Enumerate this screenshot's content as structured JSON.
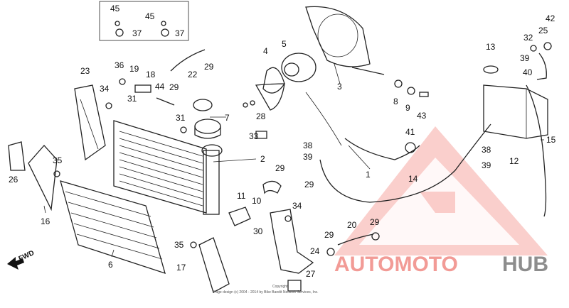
{
  "diagram": {
    "callouts": [
      "45",
      "45",
      "37",
      "37",
      "4",
      "5",
      "3",
      "42",
      "25",
      "32",
      "13",
      "39",
      "40",
      "23",
      "36",
      "19",
      "18",
      "44",
      "34",
      "31",
      "22",
      "29",
      "29",
      "7",
      "31",
      "8",
      "9",
      "43",
      "28",
      "33",
      "41",
      "38",
      "39",
      "38",
      "39",
      "2",
      "12",
      "15",
      "26",
      "35",
      "16",
      "11",
      "29",
      "29",
      "10",
      "1",
      "14",
      "34",
      "30",
      "6",
      "35",
      "17",
      "27",
      "24",
      "29",
      "20",
      "29",
      "39"
    ],
    "fwd_label": "FWD",
    "copyright_line1": "Copyright",
    "copyright_line2": "Page design (c) 2004 - 2014 by Bike Bandit Network Services, Inc.",
    "watermark": {
      "brand_part1": "AUTOMOTO",
      "brand_part2": "HUB",
      "color_primary": "#f08a84",
      "color_secondary": "#7a7a7a"
    }
  }
}
